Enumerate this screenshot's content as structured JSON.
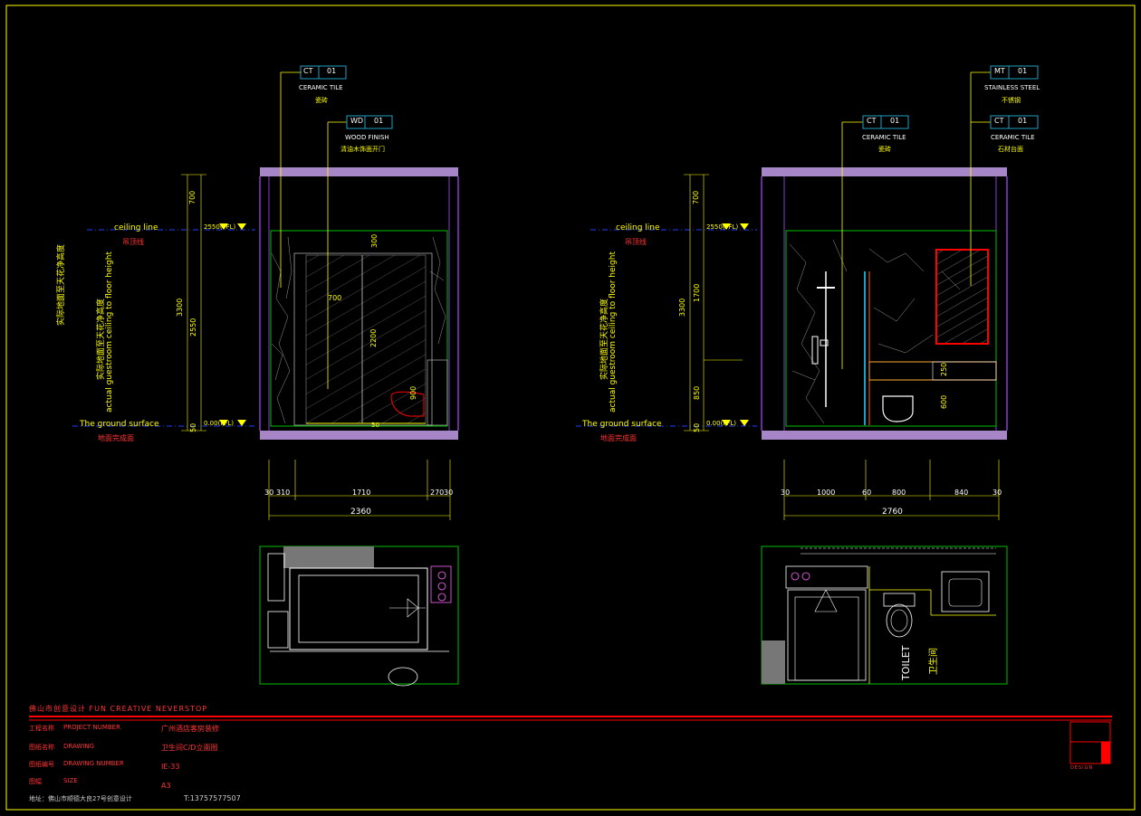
{
  "left_elevation": {
    "callout_1": {
      "code": "CT",
      "num": "01",
      "material": "CERAMIC TILE",
      "material_cn": "瓷砖"
    },
    "callout_2": {
      "code": "WD",
      "num": "01",
      "material": "WOOD FINISH",
      "material_cn": "清油木饰面开门"
    },
    "ceiling_line": "ceiling line",
    "ceiling_line_cn": "吊顶线",
    "ground_surface": "The ground surface",
    "ground_surface_cn": "地面完成面",
    "vertical_note_en": "actual guestroom ceiling to floor height",
    "vertical_note_cn": "实际地面至天花净高度",
    "level_top": "2550(FFL)",
    "level_bottom": "0.00(FFL)",
    "dim_700": "700",
    "dim_3300": "3300",
    "dim_2550": "2550",
    "dim_50": "50",
    "dim_300": "300",
    "dim_700b": "700",
    "dim_2200": "2200",
    "dim_900": "900",
    "dim_50b": "50",
    "hdims": [
      "30",
      "310",
      "1710",
      "270",
      "30"
    ],
    "total": "2360"
  },
  "right_elevation": {
    "callout_1": {
      "code": "CT",
      "num": "01",
      "material": "CERAMIC TILE",
      "material_cn": "瓷砖"
    },
    "callout_2": {
      "code": "MT",
      "num": "01",
      "material": "STAINLESS STEEL",
      "material_cn": "不锈钢"
    },
    "callout_3": {
      "code": "CT",
      "num": "01",
      "material": "CERAMIC TILE",
      "material_cn": "石材台面"
    },
    "ceiling_line": "ceiling line",
    "ceiling_line_cn": "吊顶线",
    "ground_surface": "The ground surface",
    "ground_surface_cn": "地面完成面",
    "vertical_note_en": "actual guestroom ceiling to floor height",
    "vertical_note_cn": "实际地面至天花净高度",
    "level_top": "2550(FFL)",
    "level_bottom": "0.00(FFL)",
    "dim_700": "700",
    "dim_3300": "3300",
    "dim_1700": "1700",
    "dim_850": "850",
    "dim_50": "50",
    "dim_250": "250",
    "dim_600": "600",
    "hdims": [
      "30",
      "1000",
      "60",
      "800",
      "840",
      "30"
    ],
    "total": "2760"
  },
  "plan_right": {
    "label_en": "TOILET",
    "label_cn": "卫生间"
  },
  "titleblock": {
    "company": "佛山市创意设计 FUN CREATIVE NEVERSTOP",
    "rows": [
      {
        "label_cn": "工程名称",
        "label_en": "PROJECT NUMBER",
        "value": "广州酒店客房装修"
      },
      {
        "label_cn": "图纸名称",
        "label_en": "DRAWING",
        "value": "卫生间C/D立面图"
      },
      {
        "label_cn": "图纸编号",
        "label_en": "DRAWING NUMBER",
        "value": "IE-33"
      },
      {
        "label_cn": "图幅",
        "label_en": "SIZE",
        "value": "A3"
      }
    ],
    "address": "地址：佛山市顺德大良27号创意设计",
    "phone": "T:13757577507",
    "logo_caption": "DESIGN"
  },
  "colors": {
    "yellow": "#ffff00",
    "white": "#ffffff",
    "red": "#ff0000",
    "green": "#00c000",
    "purple": "#8a3bd0",
    "lilac": "#a786c8",
    "cyan": "#1fa0c0",
    "blue": "#2040ff"
  }
}
